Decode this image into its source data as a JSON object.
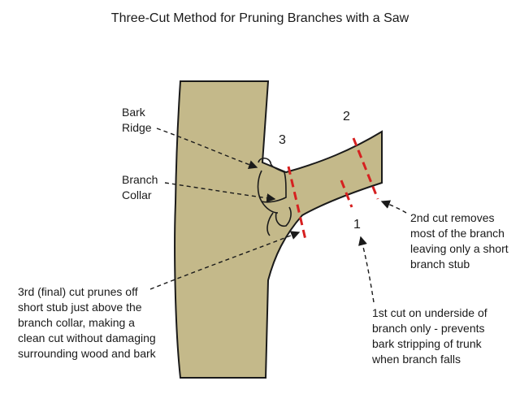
{
  "title": "Three-Cut Method for Pruning Branches with a Saw",
  "labels": {
    "bark_ridge": "Bark\nRidge",
    "branch_collar": "Branch\nCollar",
    "cut_2_description": "2nd cut removes\nmost of the branch\nleaving only a short\nbranch stub",
    "cut_3_description": "3rd (final) cut prunes off\nshort stub just above the\nbranch collar, making a\nclean cut without damaging\nsurrounding wood and bark",
    "cut_1_description": "1st cut on underside of\nbranch only - prevents\nbark stripping of trunk\nwhen branch falls"
  },
  "cut_numbers": {
    "one": "1",
    "two": "2",
    "three": "3"
  },
  "colors": {
    "wood": "#c4b98a",
    "outline": "#1a1a1a",
    "cut_line": "#d62020"
  }
}
